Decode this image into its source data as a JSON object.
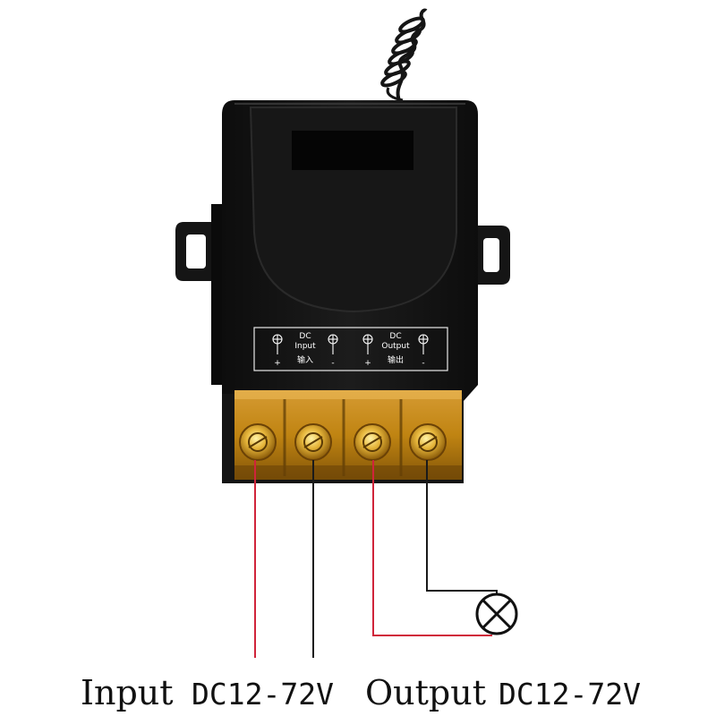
{
  "panel": {
    "input_title_top": "DC",
    "input_title_bottom": "Input",
    "input_chinese": "输入",
    "output_title_top": "DC",
    "output_title_bottom": "Output",
    "output_chinese": "输出",
    "plus": "+",
    "minus": "-"
  },
  "captions": {
    "input_word": "Input",
    "input_voltage": "DC12-72V",
    "output_word": "Output",
    "output_voltage": "DC12-72V"
  },
  "colors": {
    "housing": "#131313",
    "terminal_cover": "#c98a12",
    "wire_positive": "#d0243a",
    "wire_negative": "#1a1a1a"
  }
}
